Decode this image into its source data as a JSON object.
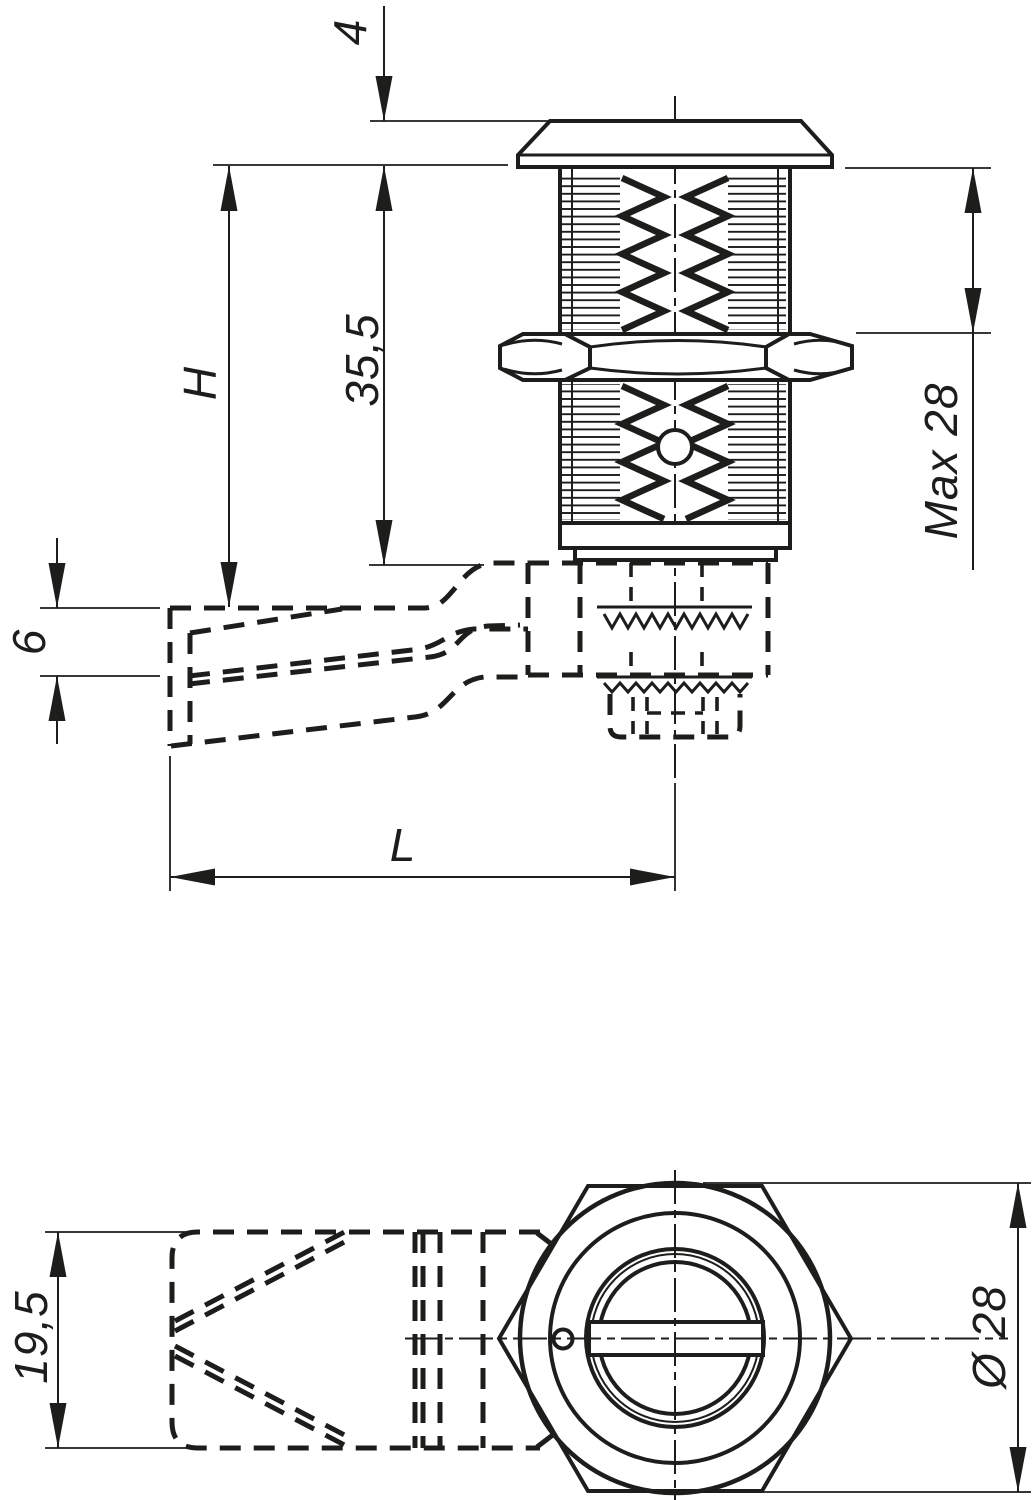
{
  "drawing": {
    "type": "technical-drawing",
    "background_color": "#ffffff",
    "line_color": "#1d1d1b",
    "views": {
      "side": {
        "name": "side-elevation",
        "dimensions": {
          "head_thickness": "4",
          "height_to_cam": "H",
          "body_length": "35,5",
          "max_grip": "Max 28",
          "cam_thickness": "6",
          "cam_length": "L"
        }
      },
      "front": {
        "name": "front-view",
        "dimensions": {
          "cam_width": "19,5",
          "head_diameter": "Ø 28"
        }
      }
    }
  }
}
